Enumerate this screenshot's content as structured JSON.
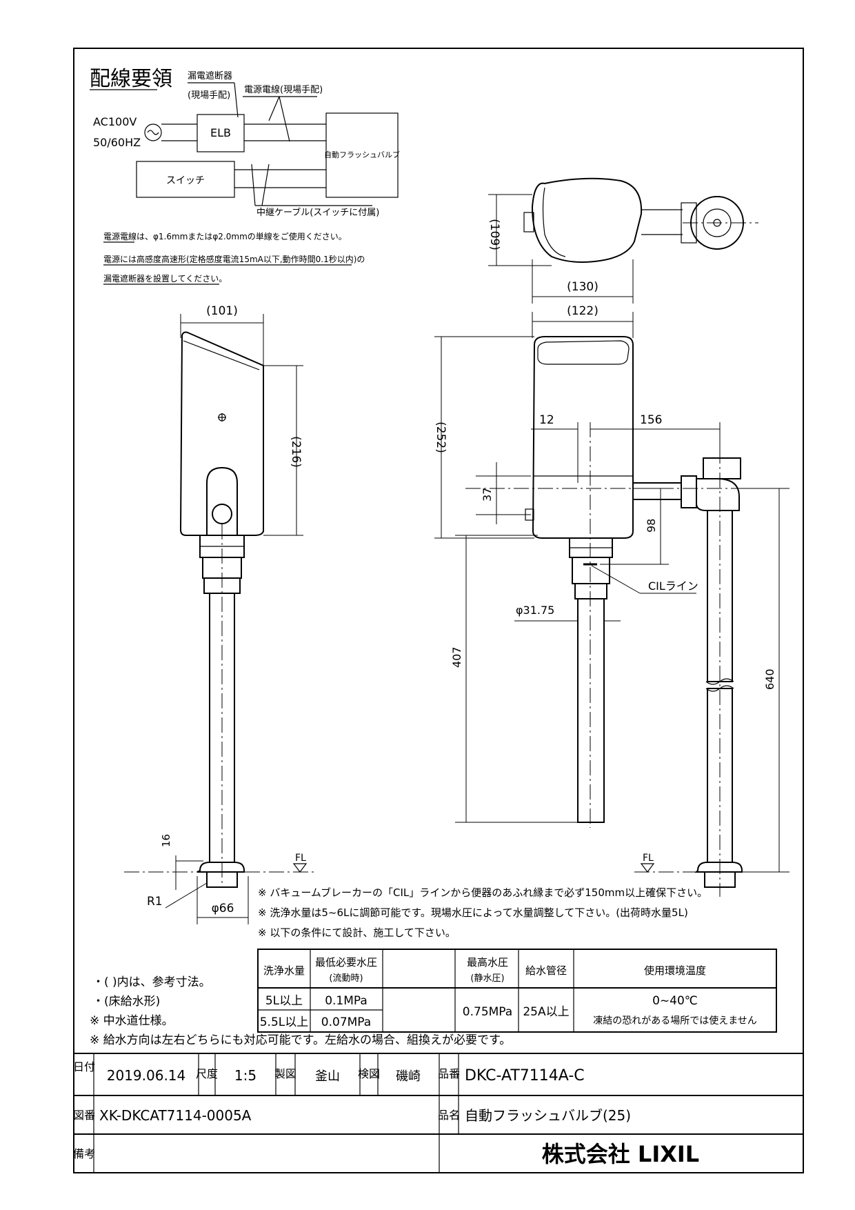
{
  "wiring": {
    "title": "配線要領",
    "breaker_label": "漏電遮断器",
    "breaker_note": "(現場手配)",
    "power_wire_label": "電源電線(現場手配)",
    "ac_label": "AC100V",
    "freq_label": "50/60HZ",
    "elb_label": "ELB",
    "valve_label": "自動フラッシュバルブ",
    "switch_label": "スイッチ",
    "relay_cable_label": "中継ケーブル(スイッチに付属)",
    "note1": "電源電線は、φ1.6mmまたはφ2.0mmの単線をご使用ください。",
    "note2": "電源には高感度高速形(定格感度電流15mA以下,動作時間0.1秒以内)の",
    "note3": "漏電遮断器を設置してください。"
  },
  "dimensions": {
    "top_depth": "(109)",
    "top_width": "(130)",
    "front_width": "(122)",
    "side_width": "(101)",
    "side_height": "(216)",
    "front_height": "(252)",
    "offset_12": "12",
    "offset_156": "156",
    "d37": "37",
    "d98": "98",
    "d407": "407",
    "d640": "640",
    "pipe_dia": "φ31.75",
    "d16": "16",
    "r1": "R1",
    "flange_dia": "φ66",
    "fl_left": "FL",
    "fl_right": "FL",
    "cil_label": "CILライン"
  },
  "notes": [
    "※ バキュームブレーカーの「CIL」ラインから便器のあふれ縁まで必ず150mm以上確保下さい。",
    "※ 洗浄水量は5~6Lに調節可能です。現場水圧によって水量調整して下さい。(出荷時水量5L)",
    "※ 以下の条件にて設計、施工して下さい。"
  ],
  "left_notes": [
    "・( )内は、参考寸法。",
    "・(床給水形)",
    "※ 中水道仕様。"
  ],
  "bottom_note": "※ 給水方向は左右どちらにも対応可能です。左給水の場合、組換えが必要です。",
  "spec_table": {
    "headers": [
      "洗浄水量",
      "最低必要水圧",
      "最高水圧",
      "給水管径",
      "使用環境温度"
    ],
    "header_subs": [
      "",
      "(流動時)",
      "(静水圧)",
      "",
      ""
    ],
    "rows": [
      {
        "flush": "5L以上",
        "min_pressure": "0.1MPa"
      },
      {
        "flush": "5.5L以上",
        "min_pressure": "0.07MPa"
      }
    ],
    "max_pressure": "0.75MPa",
    "pipe_size": "25A以上",
    "temperature": "0~40℃",
    "temperature_note": "凍結の恐れがある場所では使えません"
  },
  "title_block": {
    "date_label": "日付",
    "date": "2019.06.14",
    "scale_label": "尺度",
    "scale": "1:5",
    "drawn_label": "製図",
    "drawn_by": "釜山",
    "checked_label": "検図",
    "checked_by": "磯崎",
    "part_no_label": "品番",
    "part_no": "DKC-AT7114A-C",
    "drawing_no_label": "図番",
    "drawing_no": "XK-DKCAT7114-0005A",
    "product_name_label": "品名",
    "product_name": "自動フラッシュバルブ(25)",
    "remarks_label": "備考",
    "company": "株式会社 LIXIL"
  }
}
